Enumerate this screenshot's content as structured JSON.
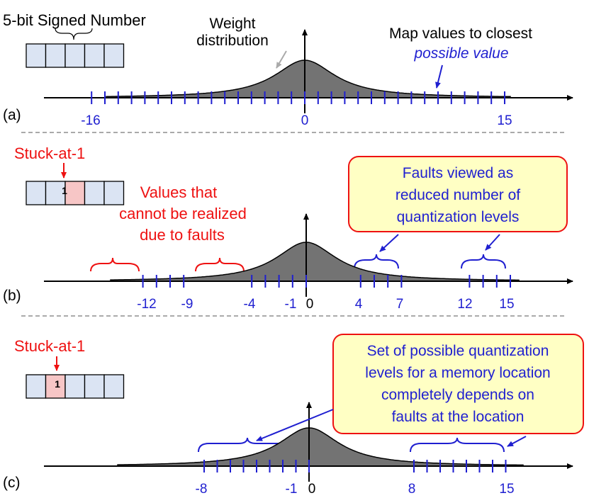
{
  "colors": {
    "axis": "#000000",
    "tick": "#1f1fd0",
    "label_blue": "#1f1fd0",
    "fault_red": "#ee1111",
    "curve_fill": "#737373",
    "cell_fill": "#dbe4f3",
    "faulty_cell_fill": "#f7c6c6",
    "callout_fill": "#ffffc4",
    "callout_border": "#ee1111",
    "divider": "#777777"
  },
  "panel_a": {
    "label": "(a)",
    "title": "5-bit Signed Number",
    "weight_label_line1": "Weight",
    "weight_label_line2": "distribution",
    "map_label": "Map values to closest",
    "possible_value_label": "possible value",
    "tick_labels": [
      "-16",
      "0",
      "15"
    ],
    "tick_values": [
      -16,
      -15,
      -14,
      -13,
      -12,
      -11,
      -10,
      -9,
      -8,
      -7,
      -6,
      -5,
      -4,
      -3,
      -2,
      -1,
      0,
      1,
      2,
      3,
      4,
      5,
      6,
      7,
      8,
      9,
      10,
      11,
      12,
      13,
      14,
      15
    ]
  },
  "panel_b": {
    "label": "(b)",
    "fault_label": "Stuck-at-1",
    "faulty_bit": "1",
    "unrealizable_line1": "Values that",
    "unrealizable_line2": "cannot be realized",
    "unrealizable_line3": "due to faults",
    "callout_line1": "Faults viewed as",
    "callout_line2": "reduced number of",
    "callout_line3": "quantization levels",
    "tick_labels": [
      "-12",
      "-9",
      "-4",
      "-1",
      "0",
      "4",
      "7",
      "12",
      "15"
    ],
    "tick_values": [
      -12,
      -11,
      -10,
      -9,
      -4,
      -3,
      -2,
      -1,
      0,
      4,
      5,
      6,
      7,
      12,
      13,
      14,
      15
    ]
  },
  "panel_c": {
    "label": "(c)",
    "fault_label": "Stuck-at-1",
    "faulty_bit": "1",
    "callout_line1": "Set of possible quantization",
    "callout_line2": "levels for a memory location",
    "callout_line3": "completely depends on",
    "callout_line4": "faults at the location",
    "tick_labels": [
      "-8",
      "-1",
      "0",
      "8",
      "15"
    ],
    "tick_values": [
      -8,
      -7,
      -6,
      -5,
      -4,
      -3,
      -2,
      -1,
      0,
      8,
      9,
      10,
      11,
      12,
      13,
      14,
      15
    ]
  }
}
